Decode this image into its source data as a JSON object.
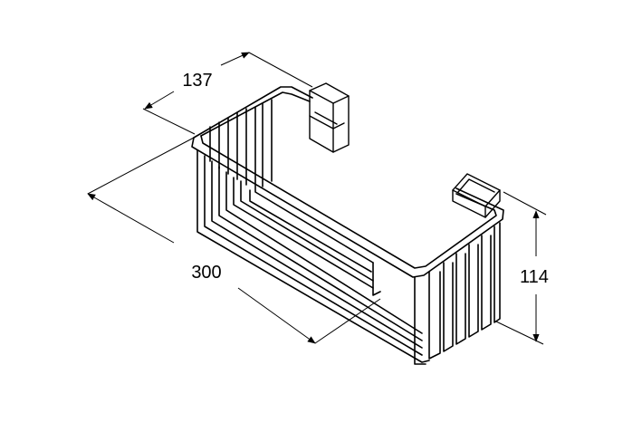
{
  "drawing": {
    "dimensions": [
      {
        "key": "depth",
        "label": "137"
      },
      {
        "key": "width",
        "label": "300"
      },
      {
        "key": "height",
        "label": "114"
      }
    ]
  }
}
